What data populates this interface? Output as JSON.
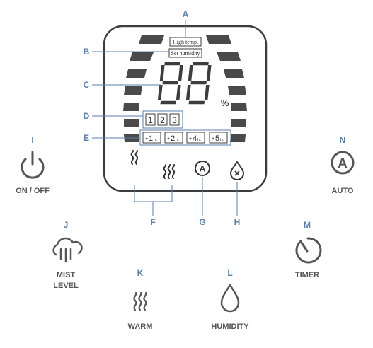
{
  "display": {
    "high_temp_label": "High temp.",
    "set_humidity_label": "Set humidity",
    "digits": "88",
    "percent": "%",
    "mist_levels": [
      "1",
      "2",
      "3"
    ],
    "timer_settings": [
      {
        "prefix": "+",
        "number": "1",
        "unit": "hr."
      },
      {
        "prefix": "+",
        "number": "2",
        "unit": "hr."
      },
      {
        "prefix": "+",
        "number": "4",
        "unit": "hr."
      },
      {
        "prefix": "+",
        "number": "5",
        "unit": "hr."
      }
    ],
    "auto_icon_letter": "A"
  },
  "callouts": {
    "A": "A",
    "B": "B",
    "C": "C",
    "D": "D",
    "E": "E",
    "F": "F",
    "G": "G",
    "H": "H",
    "I": "I",
    "J": "J",
    "K": "K",
    "L": "L",
    "M": "M",
    "N": "N"
  },
  "buttons": {
    "on_off": {
      "label": "ON / OFF",
      "icon": "power-icon"
    },
    "auto": {
      "label": "AUTO",
      "icon": "auto-a-icon",
      "letter": "A"
    },
    "mist_level": {
      "label_line1": "MIST",
      "label_line2": "LEVEL",
      "icon": "cloud-rain-icon"
    },
    "timer": {
      "label": "TIMER",
      "icon": "timer-dial-icon"
    },
    "warm": {
      "label": "WARM",
      "icon": "steam-waves-icon"
    },
    "humidity": {
      "label": "HUMIDITY",
      "icon": "water-drop-icon"
    }
  },
  "colors": {
    "callout": "#5b7fae",
    "lcd_segment": "#4a4a4a",
    "outline": "#555555",
    "button_label": "#555555"
  }
}
